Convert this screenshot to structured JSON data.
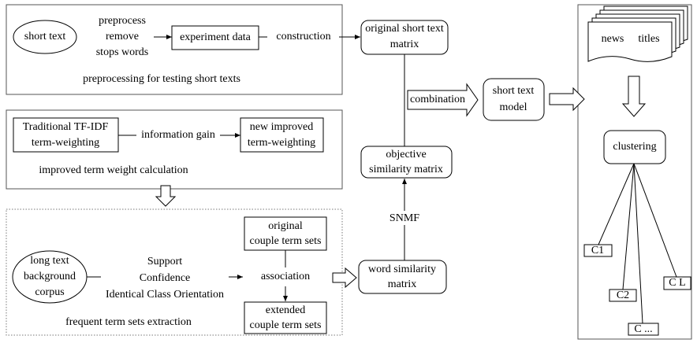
{
  "preprocessing": {
    "short_text": "short text",
    "preprocess_lines": [
      "preprocess",
      "remove",
      "stops words"
    ],
    "experiment_data": "experiment data",
    "construction": "construction",
    "caption": "preprocessing for testing  short texts"
  },
  "weighting": {
    "traditional_lines": [
      "Traditional TF-IDF",
      "term-weighting"
    ],
    "information_gain": "information gain",
    "improved_lines": [
      "new improved",
      "term-weighting"
    ],
    "caption": "improved term weight calculation"
  },
  "frequent": {
    "corpus_lines": [
      "long text",
      "background",
      "corpus"
    ],
    "rules_lines": [
      "Support",
      "Confidence",
      "Identical Class Orientation"
    ],
    "original_couple_lines": [
      "original",
      "couple term sets"
    ],
    "association": "association",
    "extended_couple_lines": [
      "extended",
      "couple term sets"
    ],
    "caption": "frequent term sets extraction"
  },
  "center": {
    "original_matrix_lines": [
      "original short text",
      "matrix"
    ],
    "objective_matrix_lines": [
      "objective",
      "similarity matrix"
    ],
    "snmf": "SNMF",
    "word_similarity_lines": [
      "word similarity",
      "matrix"
    ],
    "combination": "combination"
  },
  "model": {
    "short_text_model_lines": [
      "short text",
      "model"
    ]
  },
  "clustering_panel": {
    "news": "news",
    "titles": "titles",
    "clustering": "clustering",
    "clusters": [
      "C1",
      "C2",
      "C ...",
      "C L"
    ]
  }
}
